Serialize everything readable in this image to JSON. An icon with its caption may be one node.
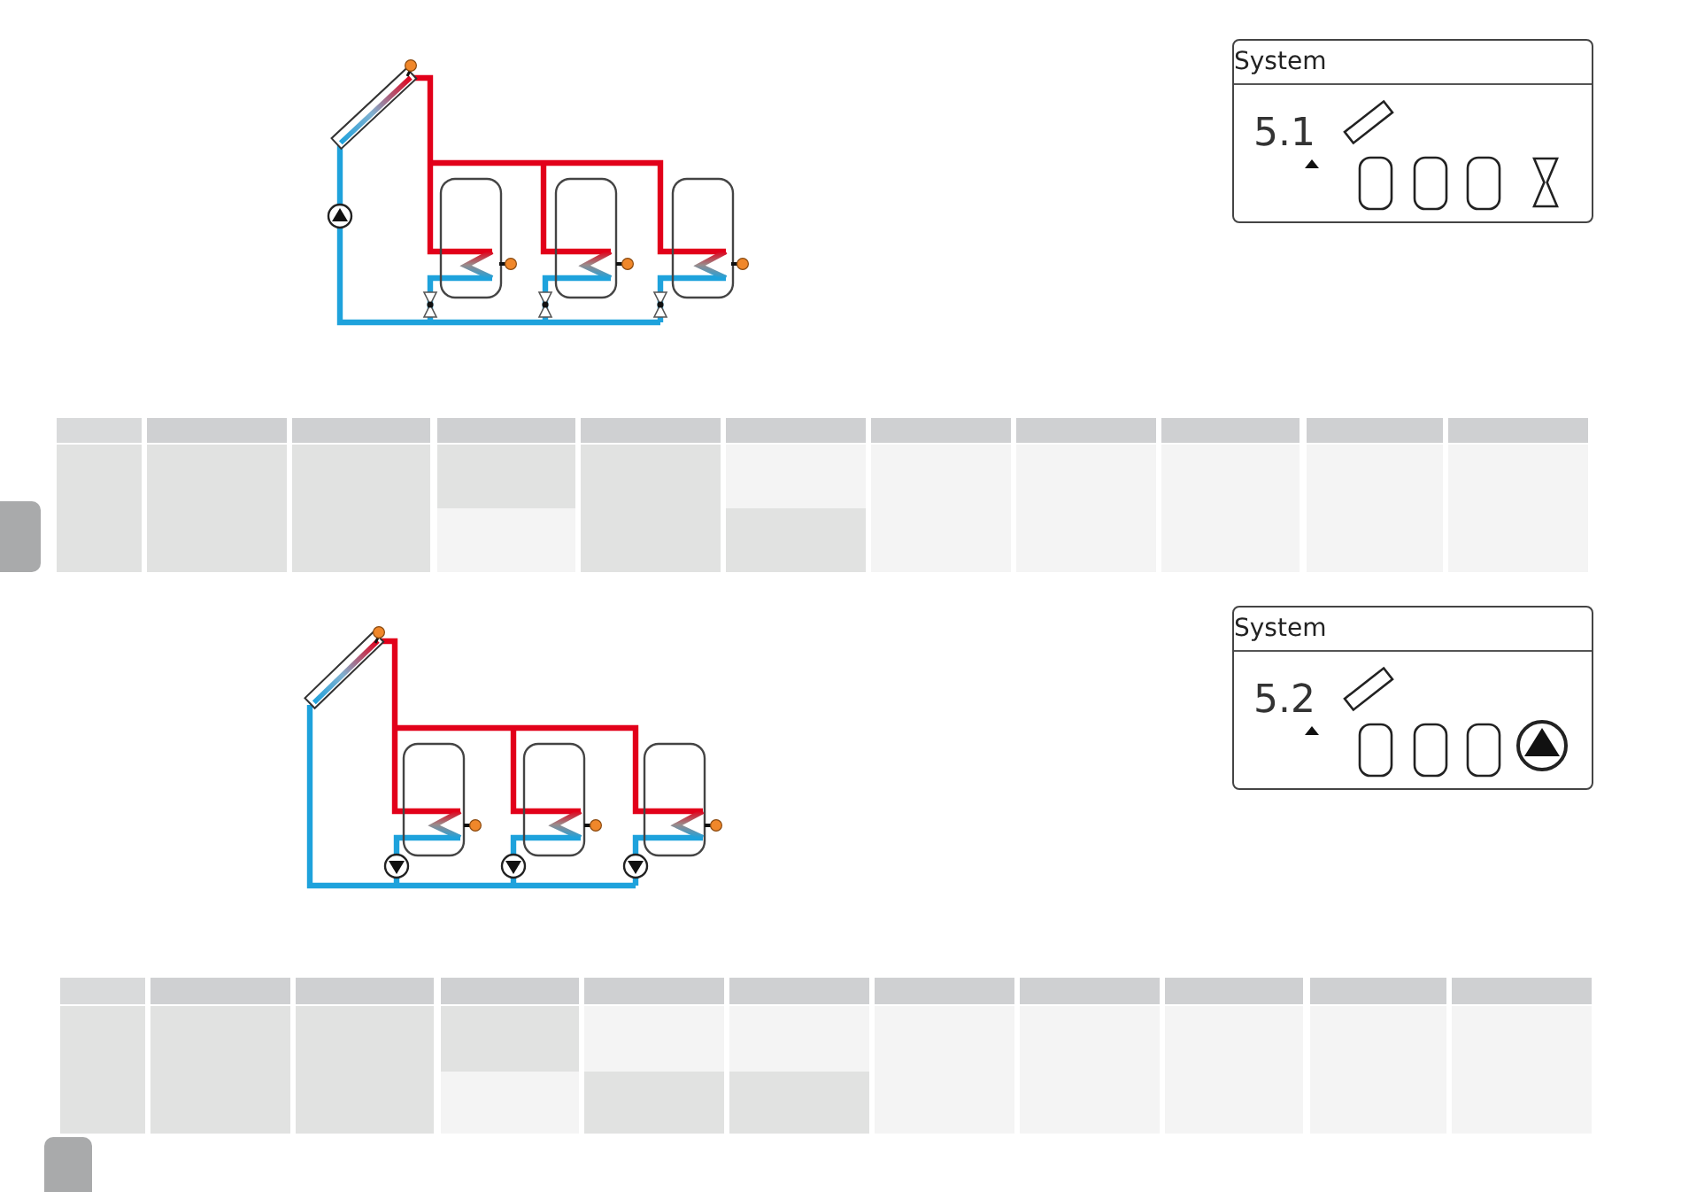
{
  "diagram": {
    "nodes": [
      {
        "text": [
          "System",
          "5.1"
        ]
      },
      {
        "text": [
          "System",
          "5.2"
        ]
      }
    ]
  }
}
